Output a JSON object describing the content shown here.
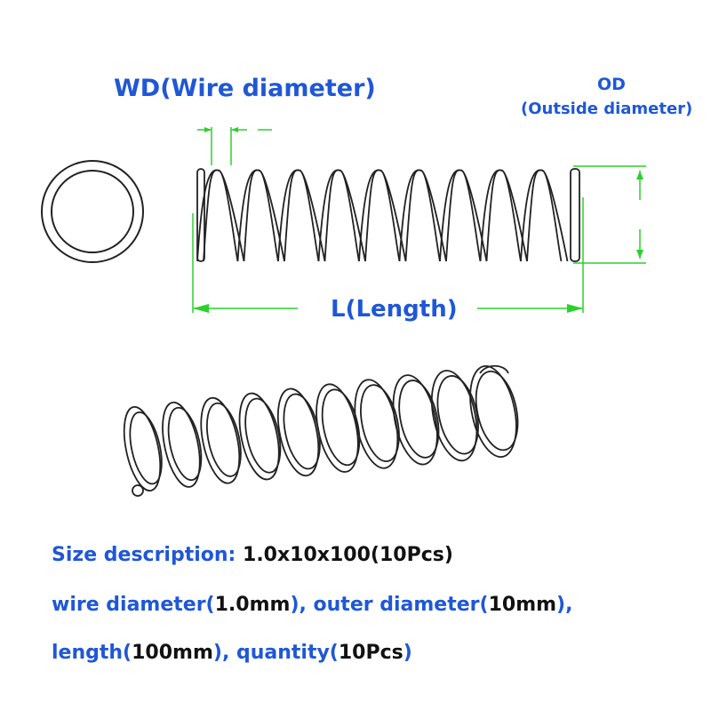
{
  "labels": {
    "wd": "WD(Wire diameter)",
    "od": "OD",
    "od_sub": "(Outside diameter)",
    "length": "L(Length)"
  },
  "description": {
    "line1": {
      "label": "Size description:",
      "value": " 1.0x10x100(10Pcs)"
    },
    "line2": {
      "p1": "wire diameter(",
      "v1": "1.0mm",
      "p2": "),  outer diameter(",
      "v2": "10mm",
      "p3": "),"
    },
    "line3": {
      "p1": "length(",
      "v1": "100mm",
      "p2": "), quantity(",
      "v2": "10Pcs",
      "p3": ")"
    }
  },
  "colors": {
    "label_blue": "#1f57d6",
    "dimension_green": "#2bd12b",
    "drawing_black": "#222222"
  }
}
